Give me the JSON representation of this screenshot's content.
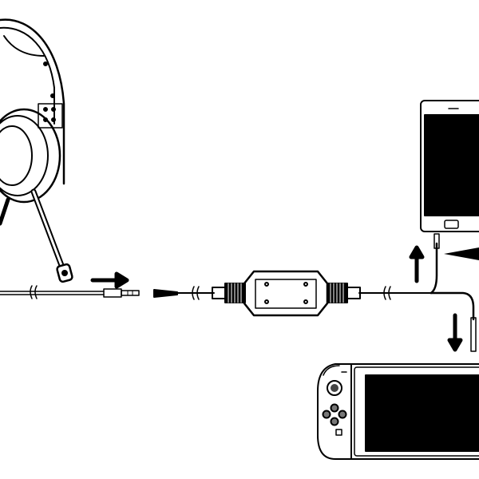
{
  "diagram": {
    "colors": {
      "line": "#000000",
      "background": "#ffffff",
      "fill": "#000000"
    },
    "components": [
      {
        "id": "headset",
        "icon": "headset-icon"
      },
      {
        "id": "headset-plug",
        "icon": "audio-jack-icon"
      },
      {
        "id": "extension-cable",
        "icon": "inline-control-icon"
      },
      {
        "id": "smartphone",
        "icon": "phone-icon"
      },
      {
        "id": "game-console",
        "icon": "handheld-console-icon"
      }
    ],
    "arrows": [
      "right",
      "up",
      "down"
    ]
  }
}
